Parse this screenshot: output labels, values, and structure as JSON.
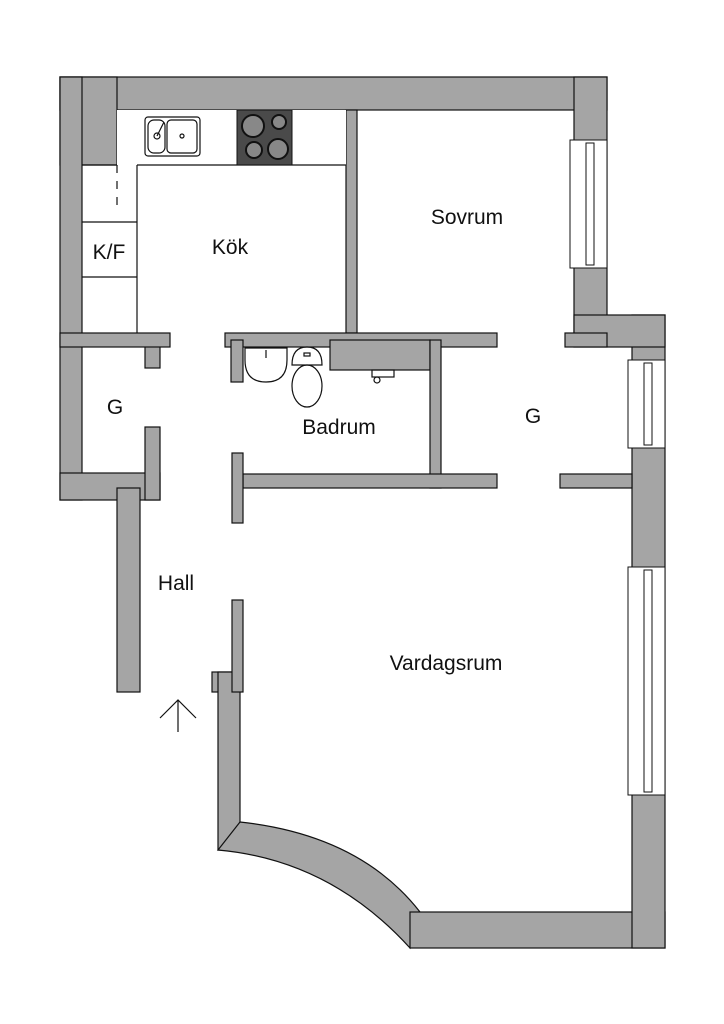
{
  "floor_plan": {
    "rooms": {
      "bedroom": "Sovrum",
      "kitchen": "Kök",
      "fridge_freezer": "K/F",
      "closet_left": "G",
      "bathroom": "Badrum",
      "closet_right": "G",
      "hall": "Hall",
      "living_room": "Vardagsrum"
    },
    "colors": {
      "wall": "#a5a5a5",
      "stove": "#4a4a4a",
      "line": "#111111"
    },
    "icons": [
      "sink-icon",
      "stove-icon",
      "washbasin-icon",
      "toilet-icon",
      "faucet-icon",
      "entrance-arrow-icon"
    ]
  }
}
